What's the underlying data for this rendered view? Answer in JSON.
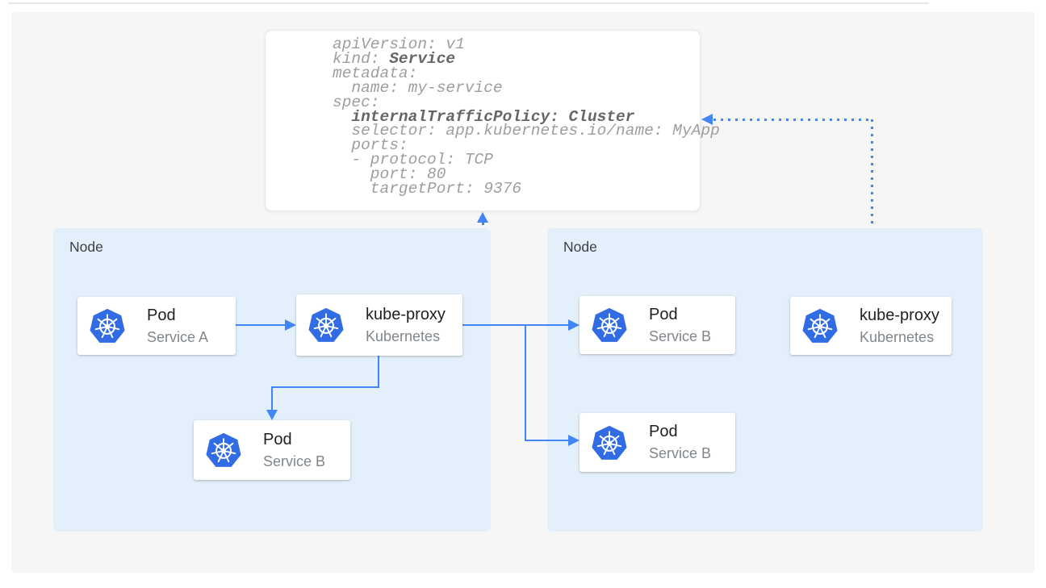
{
  "colors": {
    "arrow_blue": "#4285f4",
    "kubernetes_blue": "#326ce5",
    "node_fill": "#e3f0fc",
    "panel_gray": "#f6f6f6"
  },
  "code_box": {
    "line1": "apiVersion: v1",
    "line2_plain": "kind: ",
    "line2_bold": "Service",
    "line3": "metadata:",
    "line4": "  name: my-service",
    "line5": "spec:",
    "line6_plain": "  ",
    "line6_bold": "internalTrafficPolicy: Cluster",
    "line7": "  selector: app.kubernetes.io/name: MyApp",
    "line8": "  ports:",
    "line9": "  - protocol: TCP",
    "line10": "    port: 80",
    "line11": "    targetPort: 9376"
  },
  "nodes": [
    {
      "label": "Node"
    },
    {
      "label": "Node"
    }
  ],
  "cards": [
    {
      "title": "Pod",
      "subtitle": "Service A"
    },
    {
      "title": "kube-proxy",
      "subtitle": "Kubernetes"
    },
    {
      "title": "Pod",
      "subtitle": "Service B"
    },
    {
      "title": "Pod",
      "subtitle": "Service B"
    },
    {
      "title": "Pod",
      "subtitle": "Service B"
    },
    {
      "title": "kube-proxy",
      "subtitle": "Kubernetes"
    }
  ]
}
